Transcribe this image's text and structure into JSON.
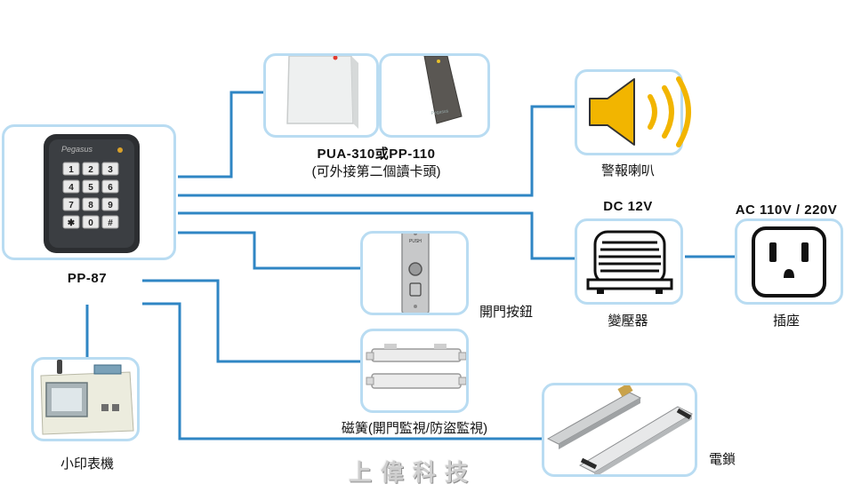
{
  "labels": {
    "keypad": "PP-87",
    "readers_line1": "PUA-310或PP-110",
    "readers_line2": "(可外接第二個讀卡頭)",
    "siren": "警報喇叭",
    "power_supply_voltage": "DC 12V",
    "transformer": "變壓器",
    "outlet_voltage": "AC 110V / 220V",
    "outlet": "插座",
    "exit_button": "開門按鈕",
    "magnetic_contact": "磁簧(開門監視/防盜監視)",
    "printer": "小印表機",
    "electric_lock": "電鎖"
  },
  "brand": {
    "logo_text": "上偉科技",
    "keypad_brand": "Pegasus",
    "reader_brand": "Pegasus",
    "button_text": "PUSH"
  },
  "keypad_keys": [
    "1",
    "2",
    "3",
    "4",
    "5",
    "6",
    "7",
    "8",
    "9",
    "✱",
    "0",
    "#"
  ],
  "colors": {
    "wire": "#2f86c4",
    "box_border": "#b9dcf2",
    "speaker": "#f2b500",
    "logo": "#cfcfcf"
  },
  "icons": {
    "siren": "speaker-icon",
    "outlet": "power-outlet-icon",
    "transformer": "transformer-icon"
  }
}
